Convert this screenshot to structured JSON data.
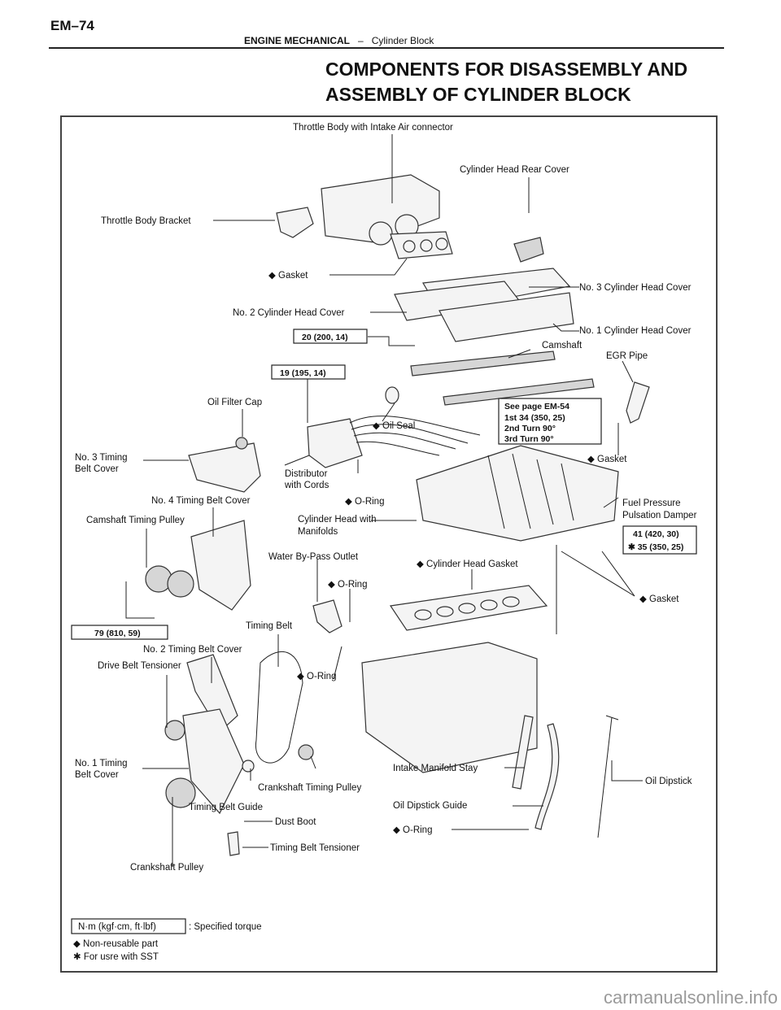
{
  "header": {
    "page_number": "EM–74",
    "section": "ENGINE MECHANICAL",
    "separator": "–",
    "subsection": "Cylinder Block"
  },
  "title_line1": "COMPONENTS FOR DISASSEMBLY AND",
  "title_line2": "ASSEMBLY OF CYLINDER BLOCK",
  "labels": {
    "throttle_body": "Throttle Body with Intake Air connector",
    "head_rear_cover": "Cylinder Head Rear Cover",
    "throttle_bracket": "Throttle Body Bracket",
    "gasket_top": "◆ Gasket",
    "no3_head_cover": "No. 3 Cylinder Head Cover",
    "no2_head_cover": "No. 2 Cylinder Head Cover",
    "no1_head_cover": "No. 1 Cylinder Head Cover",
    "camshaft": "Camshaft",
    "egr_pipe": "EGR Pipe",
    "oil_filter_cap": "Oil Filter Cap",
    "oil_seal": "◆ Oil Seal",
    "no3_tb_cover_1": "No. 3 Timing",
    "no3_tb_cover_2": "Belt Cover",
    "distributor_1": "Distributor",
    "distributor_2": "with Cords",
    "gasket_egr": "◆ Gasket",
    "no4_tb_cover": "No. 4 Timing Belt Cover",
    "o_ring_dist": "◆ O-Ring",
    "fuel_damper_1": "Fuel Pressure",
    "fuel_damper_2": "Pulsation Damper",
    "cam_pulley": "Camshaft Timing Pulley",
    "head_manifolds_1": "Cylinder Head with",
    "head_manifolds_2": "Manifolds",
    "water_bypass": "Water By-Pass Outlet",
    "head_gasket": "◆ Cylinder Head Gasket",
    "o_ring_water": "◆ O-Ring",
    "gasket_right": "◆ Gasket",
    "timing_belt": "Timing Belt",
    "no2_tb_cover": "No. 2 Timing Belt Cover",
    "o_ring_block": "◆ O-Ring",
    "drive_belt_tensioner": "Drive Belt Tensioner",
    "no1_tb_cover_1": "No. 1 Timing",
    "no1_tb_cover_2": "Belt Cover",
    "intake_stay": "Intake Manifold Stay",
    "oil_dipstick": "Oil Dipstick",
    "crank_pulley_timing": "Crankshaft Timing Pulley",
    "timing_belt_guide": "Timing Belt Guide",
    "oil_dipstick_guide": "Oil Dipstick Guide",
    "dust_boot": "Dust Boot",
    "o_ring_guide": "◆ O-Ring",
    "tb_tensioner": "Timing Belt Tensioner",
    "crank_pulley": "Crankshaft Pulley"
  },
  "torque": {
    "t_head_cover": "20 (200, 14)",
    "t_distributor": "19 (195, 14)",
    "t_cam_pulley": "79 (810, 59)",
    "t_head_1": "41 (420, 30)",
    "t_head_2": "✱ 35 (350, 25)",
    "see_page": "See page EM-54",
    "step_1": "1st 34 (350, 25)",
    "step_2": "2nd Turn 90°",
    "step_3": "3rd Turn 90°"
  },
  "legend": {
    "unit_box": "N·m (kgf·cm, ft·lbf)",
    "unit_text": ": Specified torque",
    "non_reusable": "◆ Non-reusable part",
    "sst": "✱ For usre with SST"
  },
  "watermark": "carmanualsonline.info"
}
